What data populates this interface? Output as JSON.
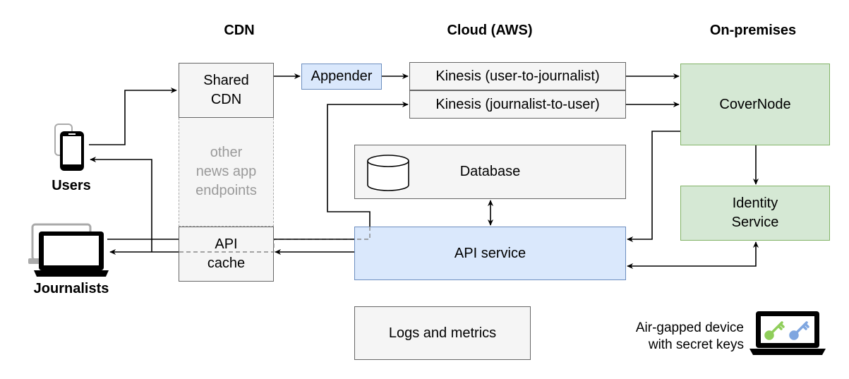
{
  "headers": {
    "cdn": "CDN",
    "cloud": "Cloud (AWS)",
    "onprem": "On-premises"
  },
  "boxes": {
    "shared_cdn": "Shared\nCDN",
    "other_endpoints": "other\nnews app\nendpoints",
    "api_cache": "API\ncache",
    "appender": "Appender",
    "kinesis_u2j": "Kinesis (user-to-journalist)",
    "kinesis_j2u": "Kinesis (journalist-to-user)",
    "database": "Database",
    "api_service": "API service",
    "logs": "Logs and metrics",
    "covernode": "CoverNode",
    "identity": "Identity\nService"
  },
  "actors": {
    "users": "Users",
    "journalists": "Journalists",
    "airgapped": "Air-gapped device\nwith secret keys"
  },
  "colors": {
    "blue_fill": "#dae8fc",
    "blue_stroke": "#6c8ebf",
    "green_fill": "#d5e8d4",
    "green_stroke": "#82b366",
    "gray_fill": "#f5f5f5",
    "key_green": "#8fce5a",
    "key_blue": "#7fa6e0"
  },
  "icons": [
    "phone-icon",
    "laptop-icon",
    "database-cylinder-icon",
    "key-icon"
  ]
}
